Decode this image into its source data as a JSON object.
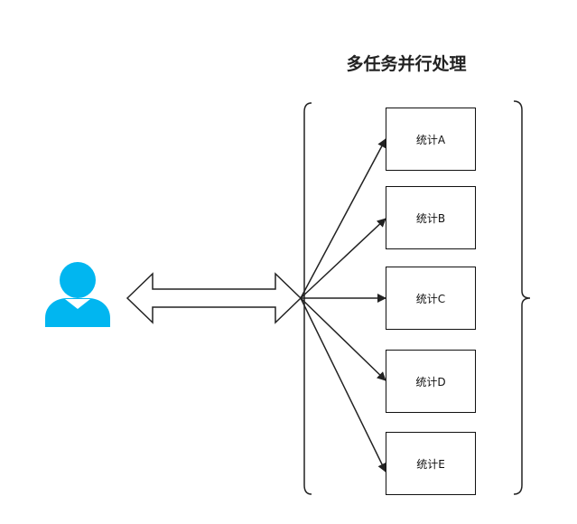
{
  "diagram": {
    "title": "多任务并行处理",
    "tasks": [
      {
        "label": "统计A"
      },
      {
        "label": "统计B"
      },
      {
        "label": "统计C"
      },
      {
        "label": "统计D"
      },
      {
        "label": "统计E"
      }
    ],
    "colors": {
      "user": "#01b6f0",
      "stroke": "#222222"
    },
    "icons": {
      "user": "user-icon",
      "double_arrow": "double-arrow-icon"
    }
  }
}
